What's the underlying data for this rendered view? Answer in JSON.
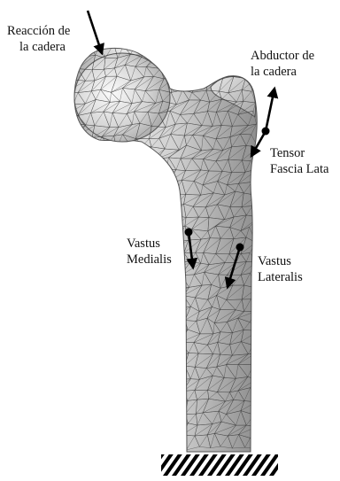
{
  "labels": {
    "hip_reaction": [
      "Reacción de",
      "la cadera"
    ],
    "hip_abductor": [
      "Abductor de",
      "la cadera"
    ],
    "tensor_fascia_lata": [
      "Tensor",
      "Fascia Lata"
    ],
    "vastus_medialis": [
      "Vastus",
      "Medialis"
    ],
    "vastus_lateralis": [
      "Vastus",
      "Lateralis"
    ]
  },
  "colors": {
    "bone_fill": "#d9d9d9",
    "bone_highlight": "#f2f2f2",
    "mesh_lines": "#3a3a3a",
    "arrows": "#000000"
  }
}
